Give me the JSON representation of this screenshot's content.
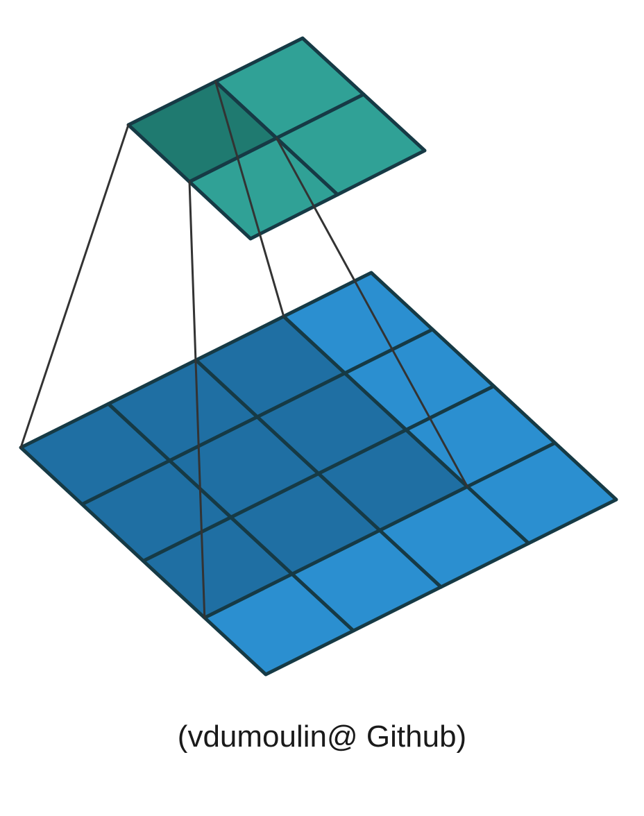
{
  "caption": "(vdumoulin@ Github)",
  "diagram": {
    "input_grid": {
      "rows": 4,
      "cols": 4
    },
    "kernel_window": {
      "row": 0,
      "col": 0,
      "size": 3
    },
    "output_grid": {
      "rows": 2,
      "cols": 2
    },
    "highlighted_output_cell": {
      "row": 0,
      "col": 0
    },
    "colors": {
      "input_cell": "#2b8fd0",
      "input_cell_highlighted": "#1f6fa3",
      "output_cell": "#30a196",
      "output_cell_highlighted": "#1f7a70",
      "grid_stroke": "#163a45",
      "projection_line": "#333333"
    }
  }
}
